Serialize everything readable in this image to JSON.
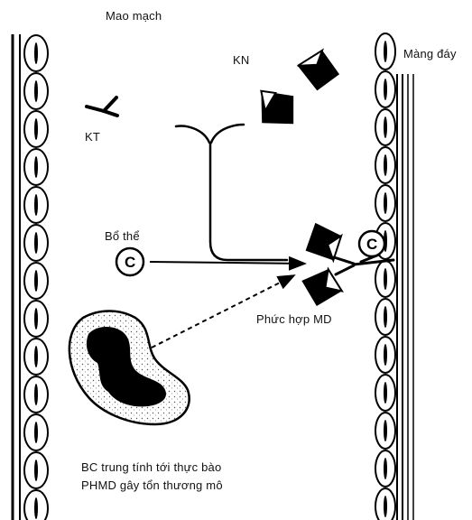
{
  "labels": {
    "capillary": "Mao mạch",
    "basement_membrane": "Màng đáy",
    "antigen": "KN",
    "antibody": "KT",
    "complement": "Bổ thể",
    "complement_symbol": "C",
    "immune_complex": "Phức hợp MD",
    "caption_line1": "BC trung tính tới thực bào",
    "caption_line2": "PHMD gây tổn thương mô"
  }
}
